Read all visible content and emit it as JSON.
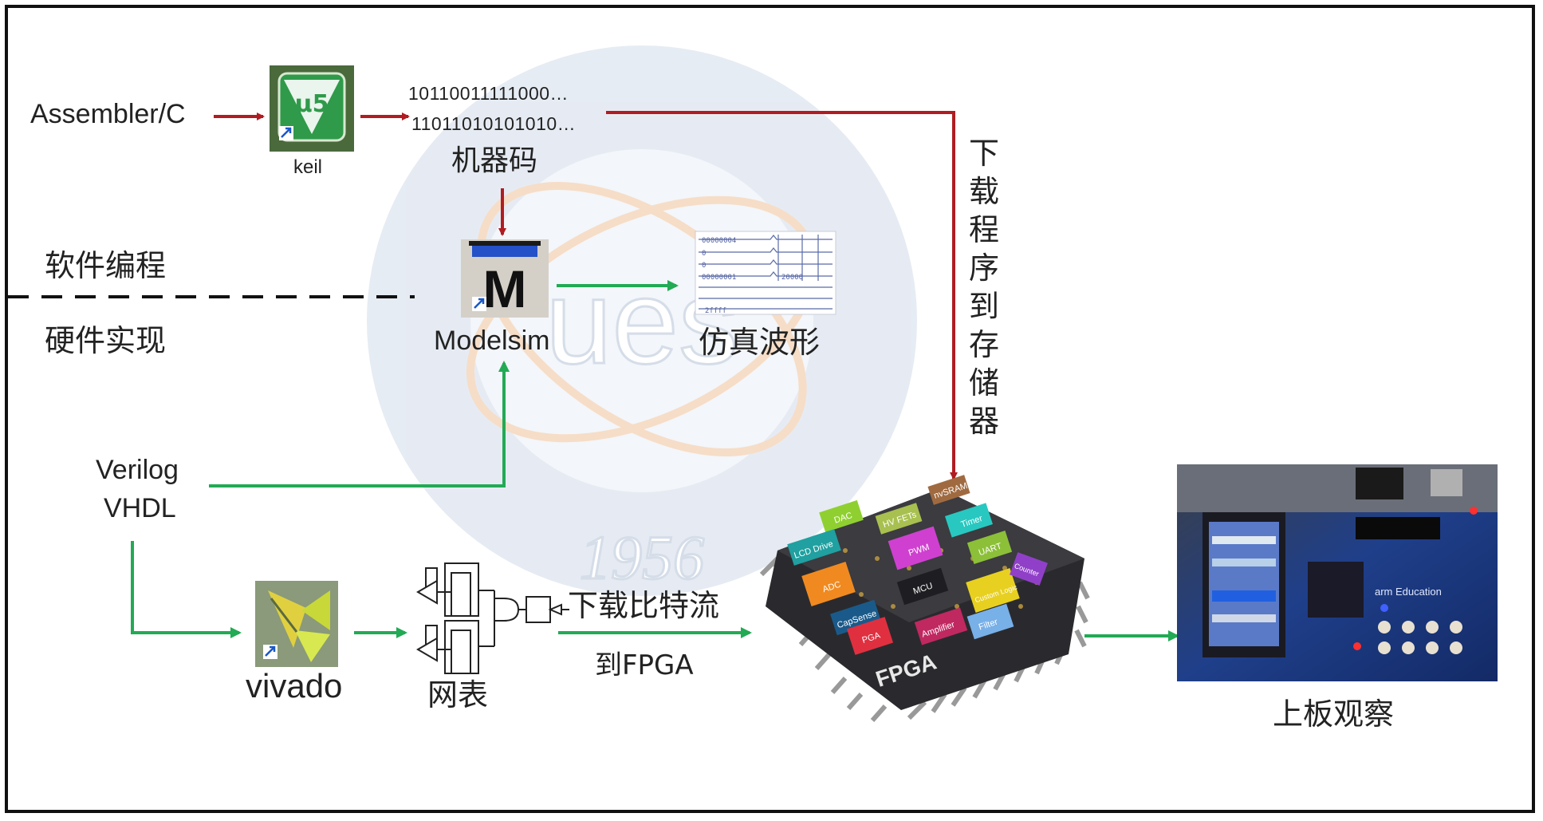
{
  "inputs": {
    "assembler_c": "Assembler/C",
    "verilog": "Verilog",
    "vhdl": "VHDL"
  },
  "keil": {
    "label": "keil",
    "logo_text": "μ5"
  },
  "machine_code": {
    "line1": "10110011111000…",
    "line2": "11011010101010…",
    "label": "机器码"
  },
  "modelsim": {
    "label": "Modelsim",
    "logo_text": "M"
  },
  "waveform": {
    "label": "仿真波形",
    "row1": "00000004",
    "row2": "0",
    "row3": "0",
    "row4": "00000001",
    "row4b": "20000",
    "row5": "2ffff"
  },
  "divider": {
    "software": "软件编程",
    "hardware": "硬件实现"
  },
  "download_program": [
    "下",
    "载",
    "程",
    "序",
    "到",
    "存",
    "储",
    "器"
  ],
  "vivado": {
    "label": "vivado"
  },
  "netlist": {
    "label": "网表"
  },
  "bitstream": {
    "line1": "下载比特流",
    "line2": "到FPGA"
  },
  "fpga_chip": {
    "label": "FPGA",
    "blocks": [
      "DAC",
      "HV FETs",
      "nvSRAM",
      "Timer",
      "LCD Drive",
      "PWM",
      "UART",
      "ADC",
      "MCU",
      "Custom Logic",
      "Counter",
      "CapSense",
      "PGA",
      "Amplifier",
      "Filter"
    ]
  },
  "board": {
    "label": "上板观察",
    "brand": "arm Education"
  },
  "watermark": {
    "year": "1956",
    "letters": "ues"
  },
  "colors": {
    "software_flow": "#b01c22",
    "hardware_flow": "#22aa55",
    "divider": "#111111"
  }
}
